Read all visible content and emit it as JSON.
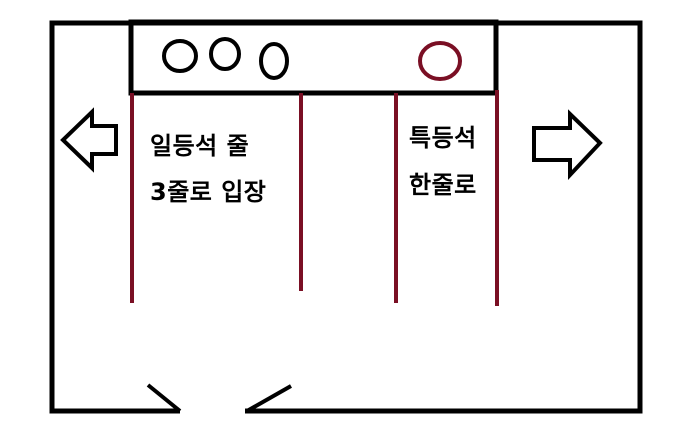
{
  "labels": {
    "first_class_line1": "일등석 줄",
    "first_class_line2": "3줄로 입장",
    "special_class_line1": "특등석",
    "special_class_line2": "한줄로"
  },
  "colors": {
    "outline": "#000000",
    "queue_line": "#7a0f24",
    "special_marker": "#7a0f24",
    "background": "#ffffff"
  },
  "icons": {
    "left_arrow": "arrow-left-icon",
    "right_arrow": "arrow-right-icon"
  }
}
